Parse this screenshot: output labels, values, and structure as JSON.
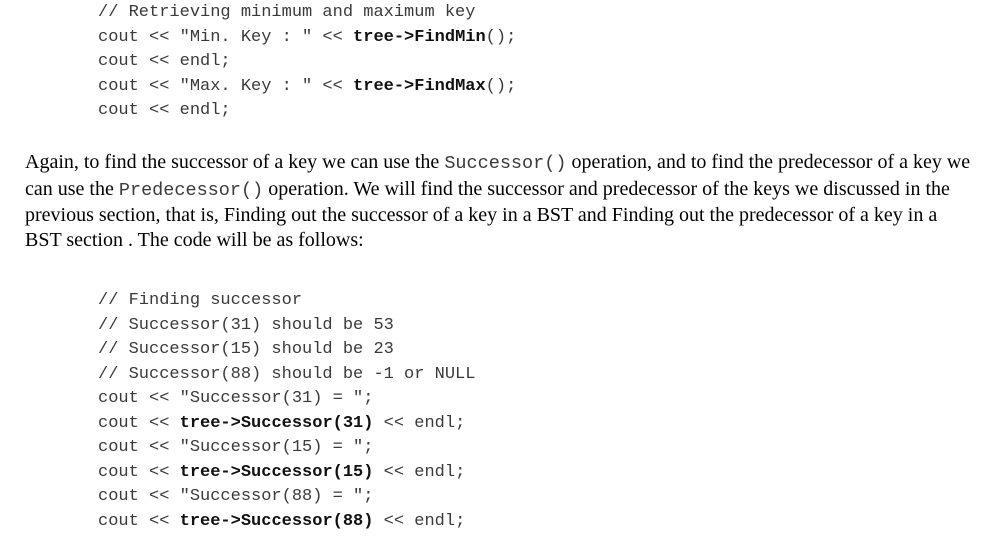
{
  "code_top": {
    "comment": "// Retrieving minimum and maximum key",
    "min_prefix": "cout << \"Min. Key : \" << ",
    "min_call": "tree->FindMin",
    "min_suffix": "();",
    "endl_line_1": "cout << endl;",
    "max_prefix": "cout << \"Max. Key : \" << ",
    "max_call": "tree->FindMax",
    "max_suffix": "();",
    "endl_line_2": "cout << endl;"
  },
  "paragraph": {
    "part1": "Again, to find the successor of a key we can use the ",
    "code1": "Successor()",
    "part2": " operation, and to find the predecessor of a key we can use the ",
    "code2": "Predecessor()",
    "part3": " operation. We will find the successor and predecessor of the keys we discussed in the previous section, that is, Finding out the successor of a key in a BST and Finding out the predecessor of a key in a BST section . The code will be as follows:"
  },
  "code_bottom": {
    "comment1": "// Finding successor",
    "comment2": "// Successor(31) should be 53",
    "comment3": "// Successor(15) should be 23",
    "comment4": "// Successor(88) should be -1 or NULL",
    "print31": "cout << \"Successor(31) = \";",
    "call31_prefix": "cout << ",
    "call31": "tree->Successor(31)",
    "call31_suffix": " << endl;",
    "print15": "cout << \"Successor(15) = \";",
    "call15_prefix": "cout << ",
    "call15": "tree->Successor(15)",
    "call15_suffix": " << endl;",
    "print88": "cout << \"Successor(88) = \";",
    "call88_prefix": "cout << ",
    "call88": "tree->Successor(88)",
    "call88_suffix": " << endl;"
  }
}
